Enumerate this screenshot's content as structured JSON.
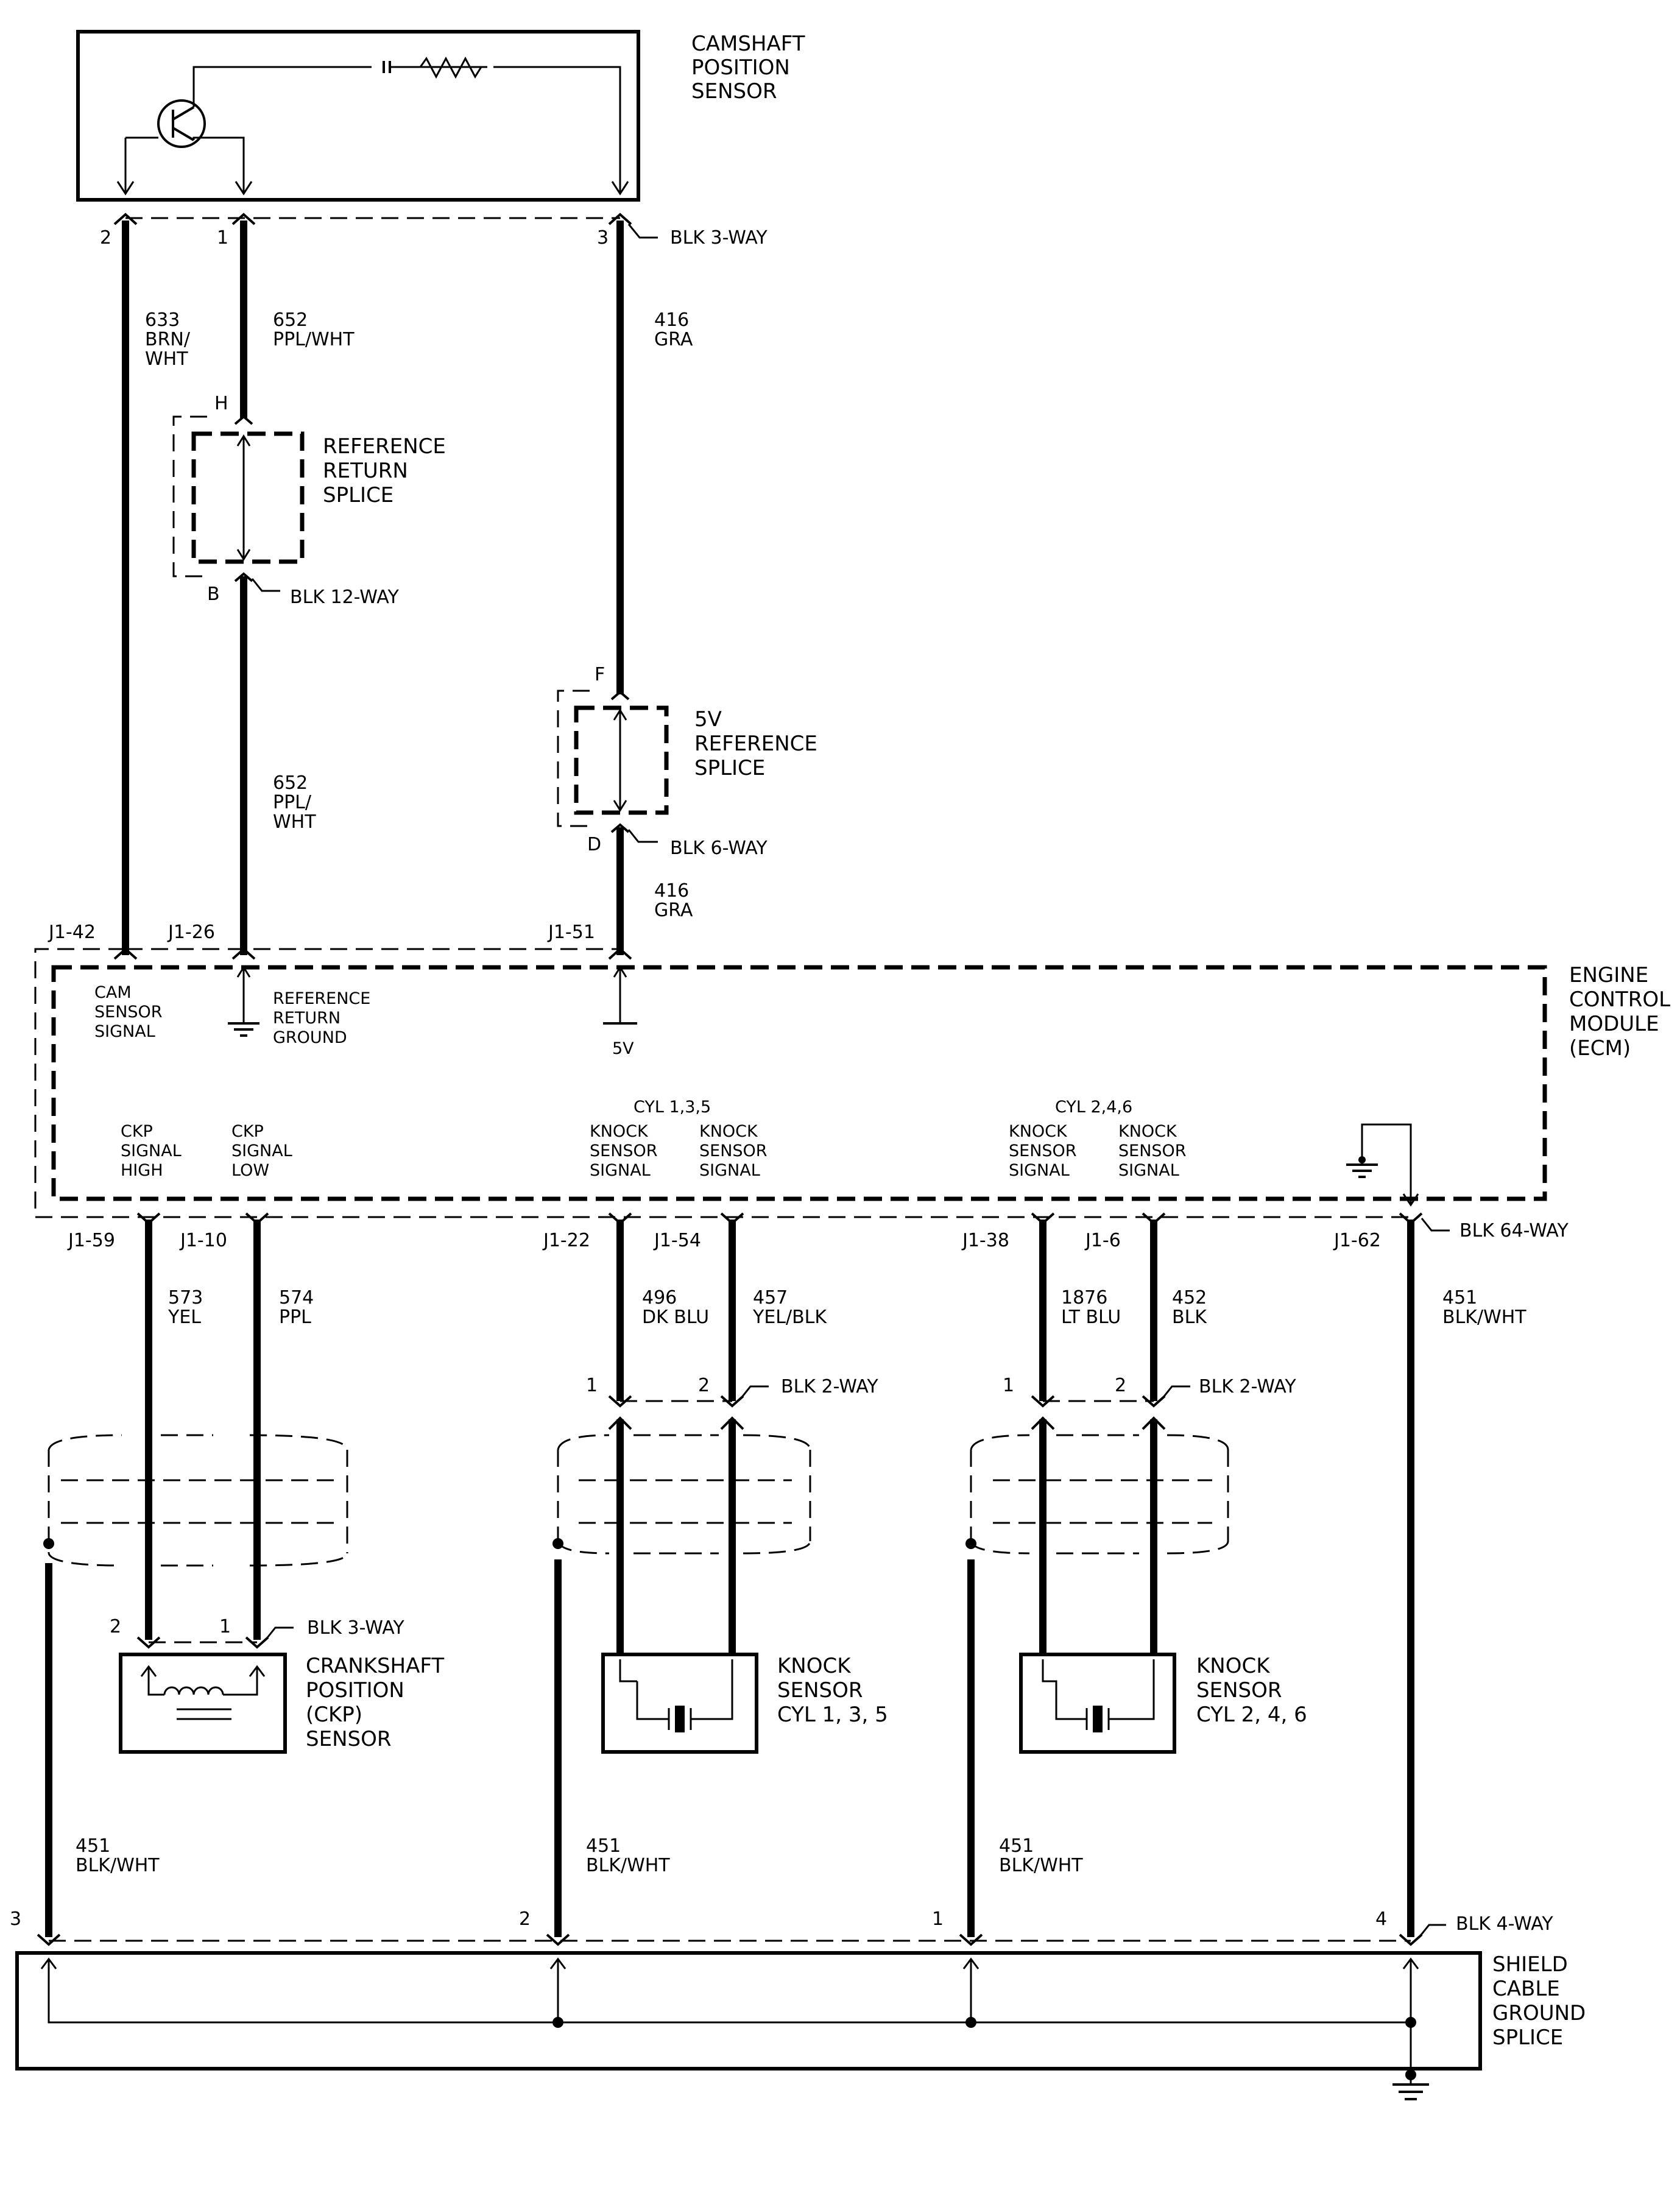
{
  "camshaft_sensor": {
    "line1": "CAMSHAFT",
    "line2": "POSITION",
    "line3": "SENSOR"
  },
  "connectors": {
    "cam": "BLK 3-WAY",
    "ref_return": "BLK 12-WAY",
    "five_v": "BLK 6-WAY",
    "ecm": "BLK 64-WAY",
    "knock1": "BLK 2-WAY",
    "knock2": "BLK 2-WAY",
    "ckp": "BLK 3-WAY",
    "shield": "BLK 4-WAY"
  },
  "pins": {
    "cam_2": "2",
    "cam_1": "1",
    "cam_3": "3",
    "h": "H",
    "b": "B",
    "f": "F",
    "d": "D",
    "j1_42": "J1-42",
    "j1_26": "J1-26",
    "j1_51": "J1-51",
    "j1_59": "J1-59",
    "j1_10": "J1-10",
    "j1_22": "J1-22",
    "j1_54": "J1-54",
    "j1_38": "J1-38",
    "j1_6": "J1-6",
    "j1_62": "J1-62",
    "k1_1": "1",
    "k1_2": "2",
    "k2_1": "1",
    "k2_2": "2",
    "ckp_2": "2",
    "ckp_1": "1",
    "sh_3": "3",
    "sh_2": "2",
    "sh_1": "1",
    "sh_4": "4"
  },
  "wires": {
    "w633": {
      "num": "633",
      "c1": "BRN/",
      "c2": "WHT"
    },
    "w652a": {
      "num": "652",
      "c1": "PPL/WHT"
    },
    "w416a": {
      "num": "416",
      "c1": "GRA"
    },
    "w652b": {
      "num": "652",
      "c1": "PPL/",
      "c2": "WHT"
    },
    "w416b": {
      "num": "416",
      "c1": "GRA"
    },
    "w573": {
      "num": "573",
      "c1": "YEL"
    },
    "w574": {
      "num": "574",
      "c1": "PPL"
    },
    "w496": {
      "num": "496",
      "c1": "DK BLU"
    },
    "w457": {
      "num": "457",
      "c1": "YEL/BLK"
    },
    "w1876": {
      "num": "1876",
      "c1": "LT BLU"
    },
    "w452": {
      "num": "452",
      "c1": "BLK"
    },
    "w451a": {
      "num": "451",
      "c1": "BLK/WHT"
    },
    "w451b": {
      "num": "451",
      "c1": "BLK/WHT"
    },
    "w451c": {
      "num": "451",
      "c1": "BLK/WHT"
    },
    "w451d": {
      "num": "451",
      "c1": "BLK/WHT"
    }
  },
  "splices": {
    "ref_return": {
      "l1": "REFERENCE",
      "l2": "RETURN",
      "l3": "SPLICE"
    },
    "five_v": {
      "l1": "5V",
      "l2": "REFERENCE",
      "l3": "SPLICE"
    }
  },
  "ecm": {
    "l1": "ENGINE",
    "l2": "CONTROL",
    "l3": "MODULE",
    "l4": "(ECM)",
    "cam_signal": {
      "l1": "CAM",
      "l2": "SENSOR",
      "l3": "SIGNAL"
    },
    "ref_return_gnd": {
      "l1": "REFERENCE",
      "l2": "RETURN",
      "l3": "GROUND"
    },
    "five_v": "5V",
    "cyl135": "CYL 1,3,5",
    "cyl246": "CYL 2,4,6",
    "ckp_high": {
      "l1": "CKP",
      "l2": "SIGNAL",
      "l3": "HIGH"
    },
    "ckp_low": {
      "l1": "CKP",
      "l2": "SIGNAL",
      "l3": "LOW"
    },
    "ks_sig": {
      "l1": "KNOCK",
      "l2": "SENSOR",
      "l3": "SIGNAL"
    }
  },
  "ckp_sensor": {
    "l1": "CRANKSHAFT",
    "l2": "POSITION",
    "l3": "(CKP)",
    "l4": "SENSOR"
  },
  "knock1": {
    "l1": "KNOCK",
    "l2": "SENSOR",
    "l3": "CYL 1, 3, 5"
  },
  "knock2": {
    "l1": "KNOCK",
    "l2": "SENSOR",
    "l3": "CYL 2, 4, 6"
  },
  "shield_splice": {
    "l1": "SHIELD",
    "l2": "CABLE",
    "l3": "GROUND",
    "l4": "SPLICE"
  }
}
